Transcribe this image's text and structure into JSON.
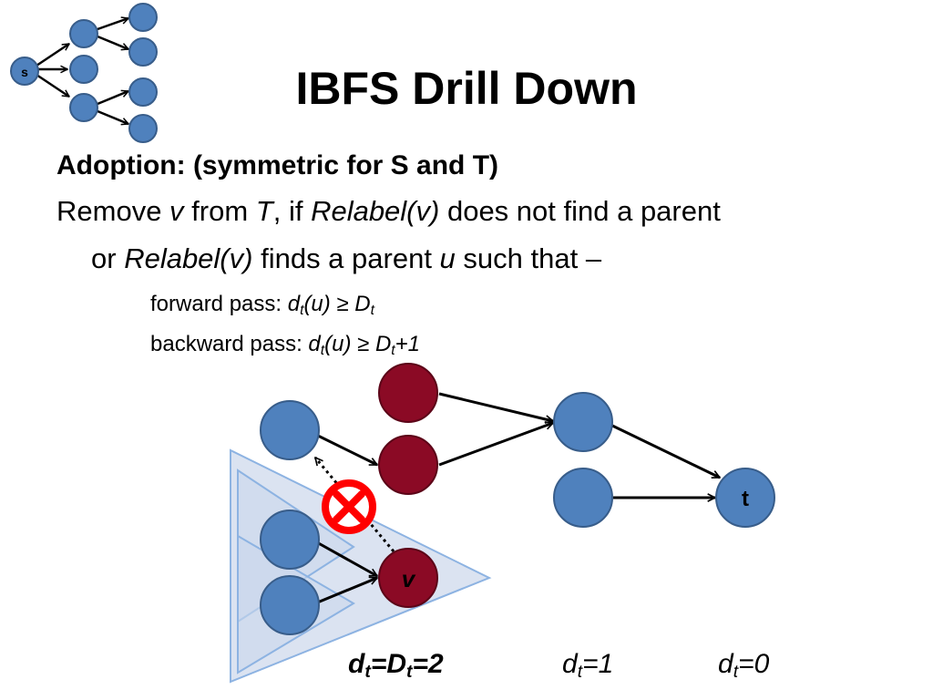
{
  "slide": {
    "title": "IBFS Drill Down",
    "adoption": "Adoption: (symmetric for S and T)",
    "line1": {
      "a": "Remove ",
      "v": "v",
      "b": " from ",
      "T": "T",
      "c": ", if ",
      "relabel": "Relabel(v)",
      "d": " does not find a parent"
    },
    "line2": {
      "a": "or ",
      "relabel": "Relabel(v)",
      "b": " finds a parent ",
      "u": "u",
      "c": " such that –"
    },
    "forward": {
      "label": "forward pass: ",
      "d": "d",
      "sub": "t",
      "expr": "(u) ≥ D",
      "sub2": "t",
      "end": ""
    },
    "backward": {
      "label": "backward pass: ",
      "d": "d",
      "sub": "t",
      "expr": "(u) ≥ D",
      "sub2": "t",
      "end": "+1"
    },
    "levels": [
      {
        "a": "d",
        "sub": "t",
        "b": "=D",
        "sub2": "t",
        "c": "=2"
      },
      {
        "a": "d",
        "sub": "t",
        "b": "=1"
      },
      {
        "a": "d",
        "sub": "t",
        "b": "=0"
      }
    ]
  },
  "diagram": {
    "node_s_label": "s",
    "node_t_label": "t",
    "node_v_label": "v"
  },
  "colors": {
    "blue_node": "#4f81bd",
    "red_node": "#8b0a25",
    "cross": "#ff0000",
    "triangle_fill": "#dbe3f1",
    "triangle_stroke": "#8db3e2"
  }
}
